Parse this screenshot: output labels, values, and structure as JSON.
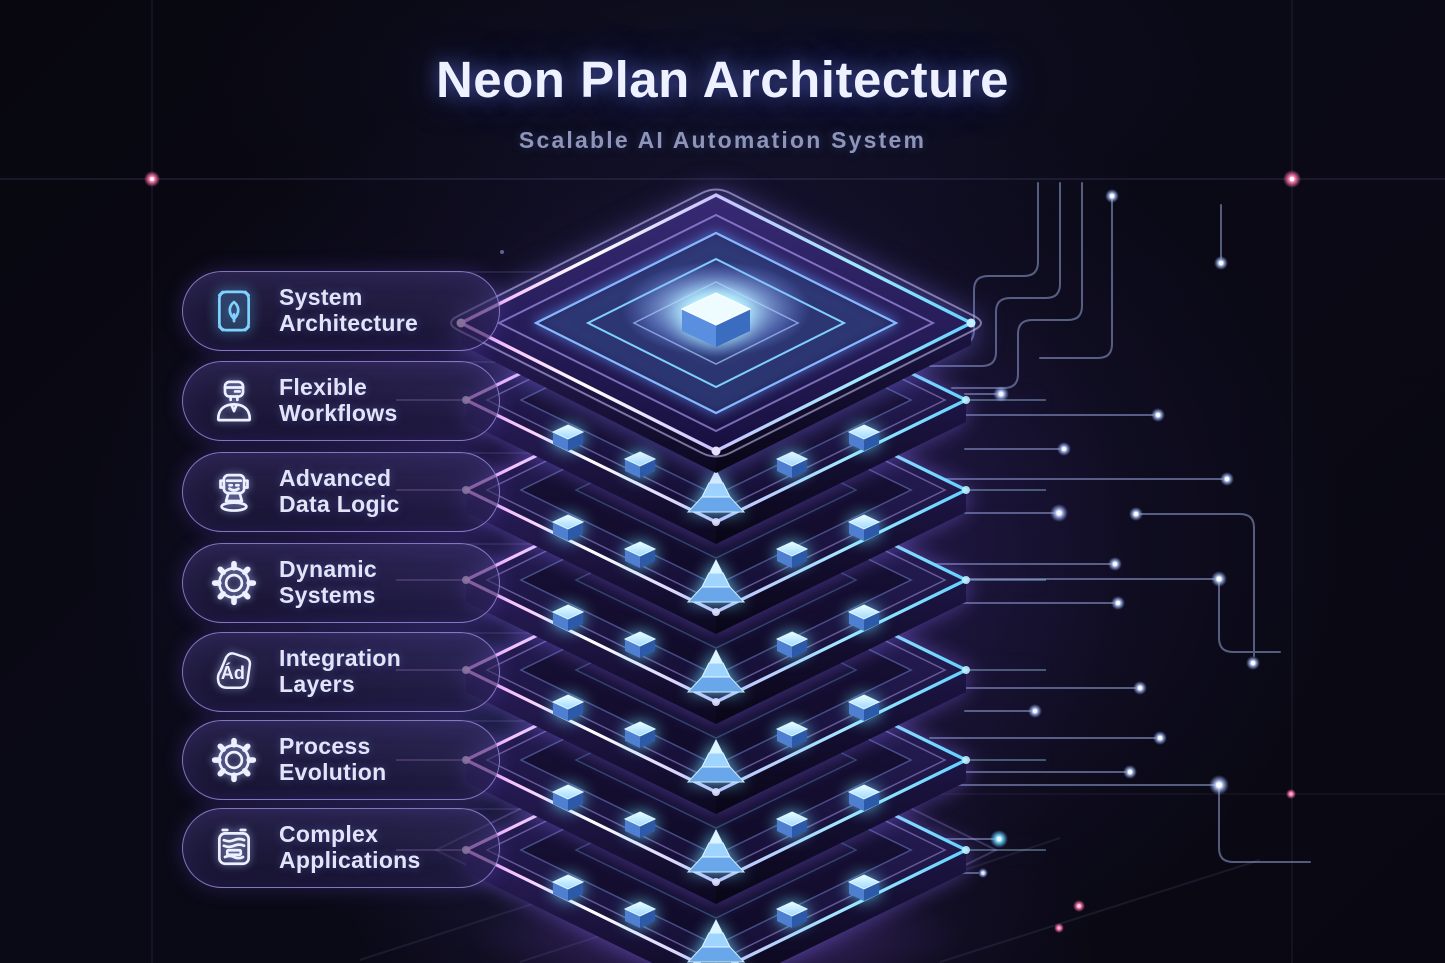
{
  "header": {
    "title": "Neon Plan Architecture",
    "subtitle": "Scalable AI Automation System"
  },
  "sidebar": {
    "items": [
      {
        "line1": "System",
        "line2": "Architecture",
        "icon": "chip-leaf-icon"
      },
      {
        "line1": "Flexible",
        "line2": "Workflows",
        "icon": "robot-user-icon"
      },
      {
        "line1": "Advanced",
        "line2": "Data Logic",
        "icon": "robot-head-icon"
      },
      {
        "line1": "Dynamic",
        "line2": "Systems",
        "icon": "gear-icon"
      },
      {
        "line1": "Integration",
        "line2": "Layers",
        "icon": "typography-icon"
      },
      {
        "line1": "Process",
        "line2": "Evolution",
        "icon": "gear-icon"
      },
      {
        "line1": "Complex",
        "line2": "Applications",
        "icon": "app-window-icon"
      }
    ]
  },
  "illustration": {
    "description": "Seven stacked isometric neon platforms with glowing cubes and circuit traces",
    "layer_count": 7
  },
  "colors": {
    "background": "#08070f",
    "accent_purple": "#8f7bff",
    "accent_cyan": "#6fd4ff",
    "accent_magenta": "#e985ff",
    "pill_border": "#a091e1",
    "title_text": "#eef1ff",
    "subtitle_text": "#8d95b8",
    "label_text": "#e3e4f8"
  }
}
